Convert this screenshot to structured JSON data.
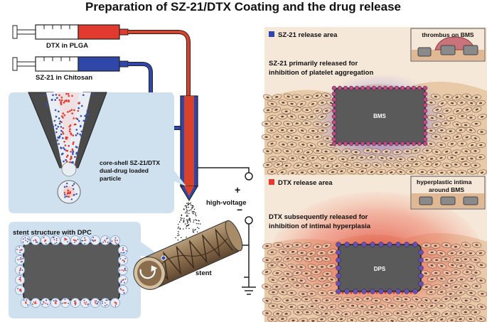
{
  "title": "Preparation of SZ-21/DTX Coating and the drug release",
  "syringes": {
    "top_label": "DTX in PLGA",
    "bottom_label": "SZ-21 in Chitosan"
  },
  "particle": {
    "label_line1": "core-shell SZ-21/DTX",
    "label_line2": "dual-drug loaded",
    "label_line3": "particle"
  },
  "stent_box_label": "stent structure with DPC",
  "stent_label": "stent",
  "power": {
    "plus": "+",
    "minus": "−",
    "label": "high-voltage"
  },
  "panel_top": {
    "legend": "SZ-21 release area",
    "inset_label": "thrombus on BMS",
    "caption_line1": "SZ-21 primarily released for",
    "caption_line2": "inhibition of platelet aggregation",
    "box_label": "BMS"
  },
  "panel_bottom": {
    "legend": "DTX release area",
    "inset_line1": "hyperplastic intima",
    "inset_line2": "around BMS",
    "caption_line1": "DTX subsequently  released for",
    "caption_line2": "inhibition of  intimal hyperplasia",
    "box_label": "DPS"
  },
  "colors": {
    "dtx_red": "#e23a2e",
    "sz21_blue": "#3b4fb0",
    "wire_red": "#d9412b",
    "wire_blue": "#2f47a8",
    "panel_bg": "#f6e8d8",
    "bubble_bg": "#cfe0ef"
  }
}
